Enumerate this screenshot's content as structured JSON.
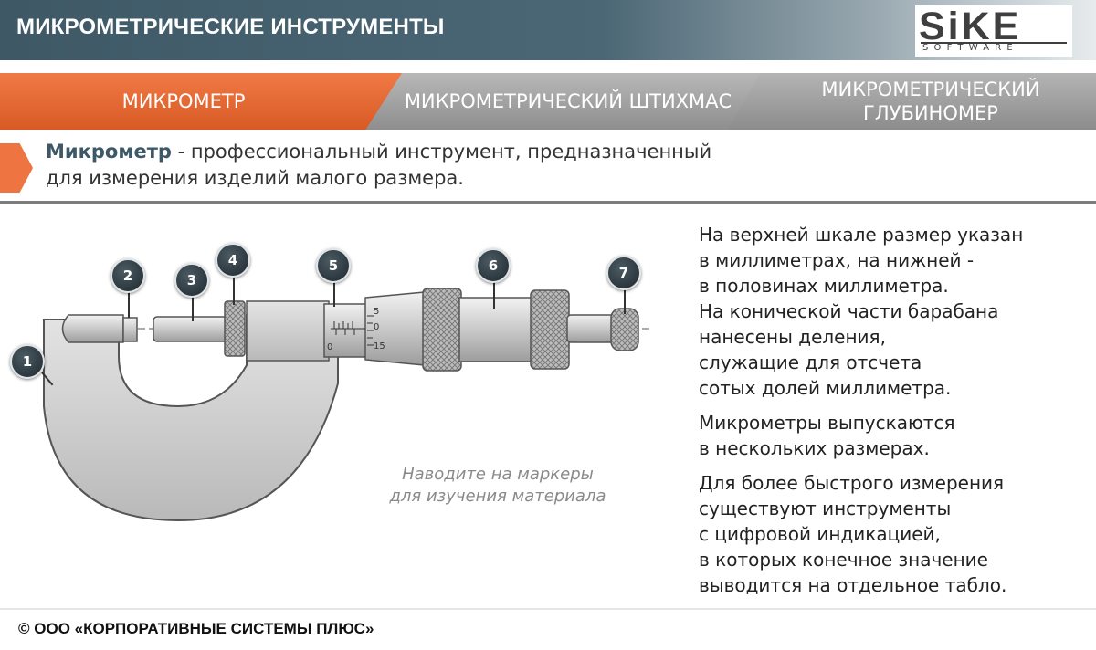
{
  "header": {
    "title": "МИКРОМЕТРИЧЕСКИЕ ИНСТРУМЕНТЫ"
  },
  "logo": {
    "main": "SiKE",
    "sub": "SOFTWARE"
  },
  "tabs": [
    {
      "label": "МИКРОМЕТР",
      "active": true
    },
    {
      "label": "МИКРОМЕТРИЧЕСКИЙ ШТИХМАС",
      "active": false
    },
    {
      "label": "МИКРОМЕТРИЧЕСКИЙ ГЛУБИНОМЕР",
      "active": false
    }
  ],
  "intro": {
    "term": "Микрометр",
    "text": " - профессиональный инструмент, предназначенный для измерения изделий малого размера."
  },
  "description": [
    "На верхней шкале размер указан\nв миллиметрах, на нижней -\nв половинах миллиметра.\nНа конической части барабана\nнанесены деления,\nслужащие для отсчета\nсотых долей миллиметра.",
    "Микрометры выпускаются\nв нескольких размерах.",
    "Для более быстрого измерения\nсуществуют инструменты\nс цифровой индикацией,\nв которых конечное значение\nвыводится на отдельное табло."
  ],
  "hint": "Наводите на маркеры\nдля изучения материала",
  "markers": [
    "1",
    "2",
    "3",
    "4",
    "5",
    "6",
    "7"
  ],
  "scale": {
    "top": "5",
    "middle": "0",
    "bottom": "15",
    "sleeve": "0"
  },
  "footer": "© ООО «КОРПОРАТИВНЫЕ СИСТЕМЫ ПЛЮС»",
  "colors": {
    "accent": "#ee7541",
    "header": "#3e5866",
    "marker": "#2b3438"
  }
}
